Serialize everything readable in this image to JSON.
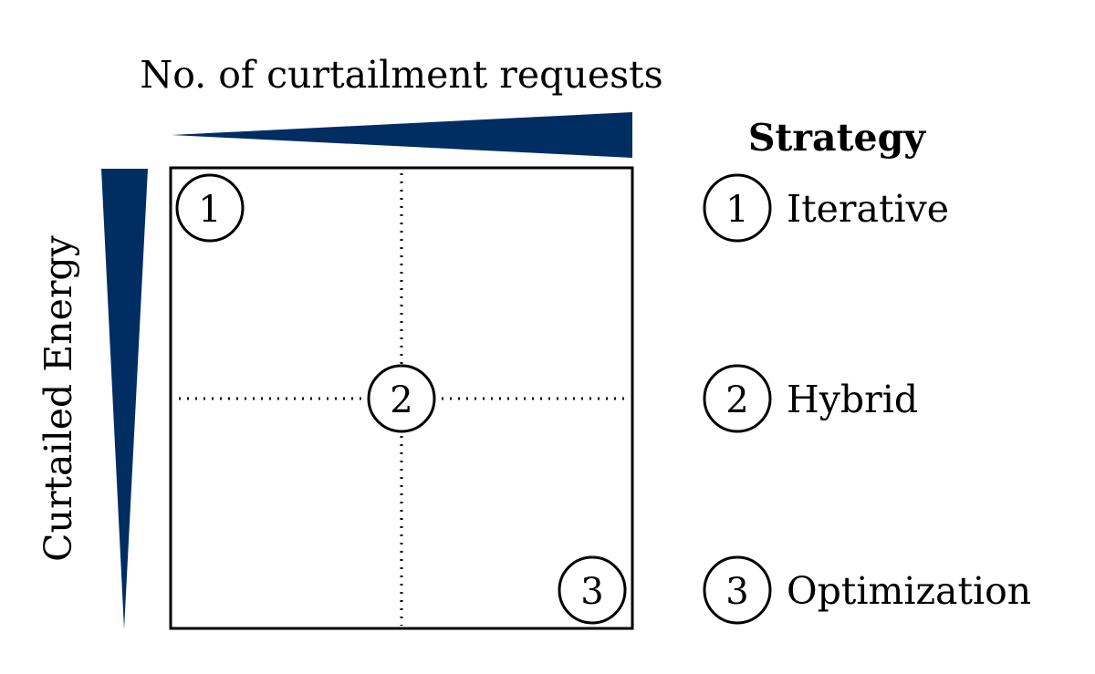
{
  "x_axis_label": "No. of curtailment requests",
  "y_axis_label": "Curtailed Energy",
  "legend": {
    "title": "Strategy",
    "items": [
      {
        "number": "1",
        "label": "Iterative"
      },
      {
        "number": "2",
        "label": "Hybrid"
      },
      {
        "number": "3",
        "label": "Optimization"
      }
    ]
  },
  "markers": {
    "one": "1",
    "two": "2",
    "three": "3"
  },
  "colors": {
    "wedge": "#002d62",
    "line": "#000000",
    "background": "#ffffff"
  }
}
